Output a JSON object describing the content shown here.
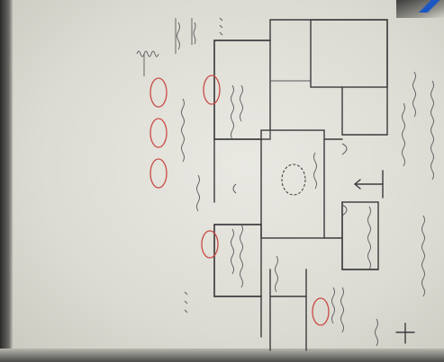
{
  "figure": {
    "kind": "photo of handwritten floor-plan sketch on paper, rotated 90°",
    "annotations_legible": false
  },
  "rooms": [
    {
      "id": "top-left-room"
    },
    {
      "id": "top-right-room"
    },
    {
      "id": "center-room"
    },
    {
      "id": "bottom-left-room"
    },
    {
      "id": "bottom-right-room"
    }
  ],
  "red_circled_marks": [
    {
      "id": "mark-1"
    },
    {
      "id": "mark-2"
    },
    {
      "id": "mark-3"
    },
    {
      "id": "mark-4"
    },
    {
      "id": "mark-5"
    },
    {
      "id": "mark-6"
    }
  ],
  "colors": {
    "paper": "#e4e3dc",
    "ink": "#3a3a3c",
    "red_pen": "#c94a45",
    "blue_pen": "#1a56c4"
  }
}
